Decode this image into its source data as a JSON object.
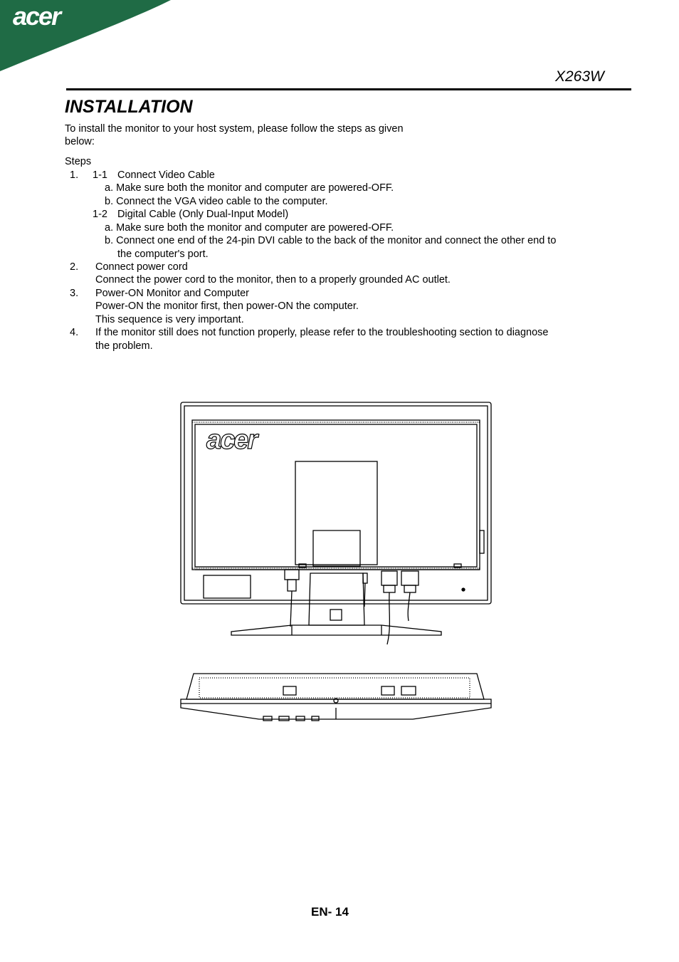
{
  "header": {
    "logo": "acer",
    "model": "X263W",
    "brand_color": "#1f6b45"
  },
  "title": "INSTALLATION",
  "intro": {
    "line1": "To install the monitor to your host system, please follow the steps as given",
    "line2": "below:"
  },
  "steps_label": "Steps",
  "steps": {
    "s1": {
      "num": "1.",
      "sub1_num": "1-1",
      "sub1_title": "Connect Video Cable",
      "sub1_a": "a. Make sure both the monitor and computer are powered-OFF.",
      "sub1_b": "b. Connect the VGA video cable to the computer.",
      "sub2_num": "1-2",
      "sub2_title": "Digital Cable (Only Dual-Input Model)",
      "sub2_a": "a. Make sure both the monitor and computer are powered-OFF.",
      "sub2_b1": "b. Connect one end of the 24-pin DVI cable to the back of the monitor and connect the other end to",
      "sub2_b2": "the computer's port."
    },
    "s2": {
      "num": "2.",
      "title": "Connect power cord",
      "text": "Connect the power cord to the monitor, then to a properly grounded AC outlet."
    },
    "s3": {
      "num": "3.",
      "title": "Power-ON Monitor and Computer",
      "text1": "Power-ON the monitor first, then power-ON the computer.",
      "text2": "This sequence is very important."
    },
    "s4": {
      "num": "4.",
      "text1": "If the monitor still does not function properly, please refer to the troubleshooting section to diagnose",
      "text2": "the problem."
    }
  },
  "figure": {
    "logo": "acer"
  },
  "footer": {
    "page": "EN- 14"
  }
}
